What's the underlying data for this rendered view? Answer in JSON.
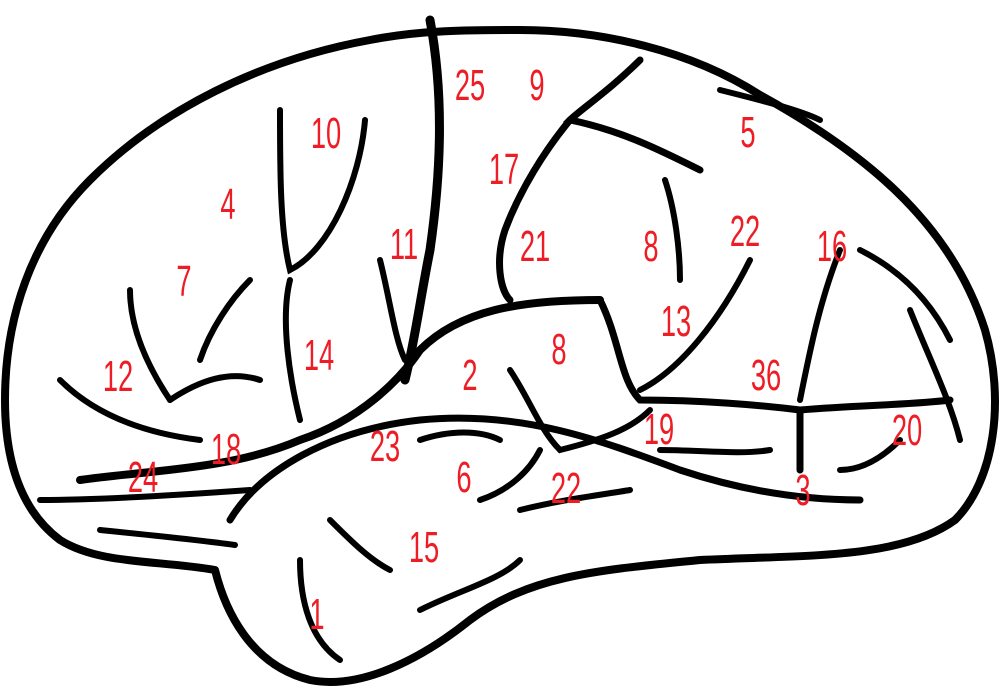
{
  "colors": {
    "outline": "#000000",
    "fill": "#ffffff",
    "label": "#ee1c25"
  },
  "labels": [
    "25",
    "9",
    "10",
    "5",
    "17",
    "4",
    "11",
    "21",
    "8",
    "22",
    "16",
    "7",
    "13",
    "14",
    "8",
    "12",
    "2",
    "36",
    "19",
    "20",
    "18",
    "23",
    "6",
    "24",
    "22",
    "3",
    "15",
    "1"
  ]
}
